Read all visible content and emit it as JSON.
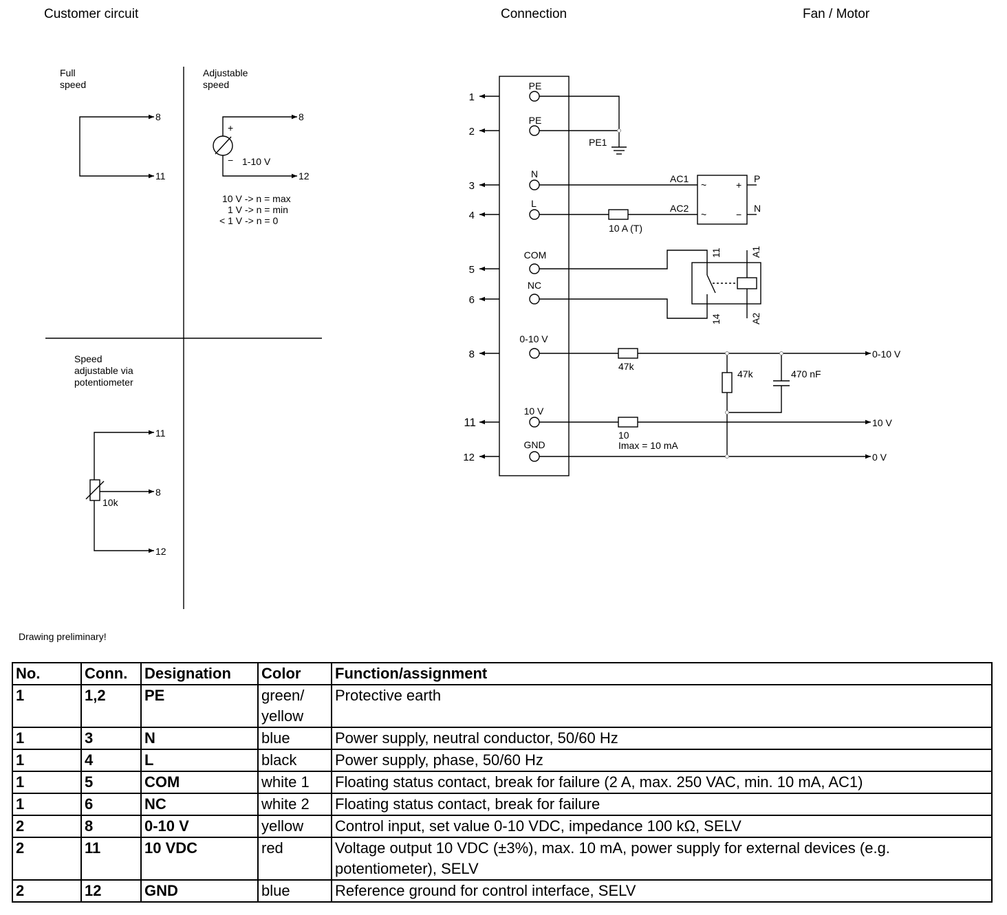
{
  "headers": {
    "customer": "Customer circuit",
    "connection": "Connection",
    "fan": "Fan / Motor"
  },
  "customer_circuit": {
    "full_speed": [
      "Full",
      "speed"
    ],
    "adjustable_speed": [
      "Adjustable",
      "speed"
    ],
    "pot_label": [
      "Speed",
      "adjustable via",
      "potentiometer"
    ],
    "source_label": "1-10 V",
    "plus": "+",
    "minus": "−",
    "notes": [
      "10 V -> n = max",
      "1 V -> n = min",
      "< 1 V -> n = 0"
    ],
    "pot_value": "10k",
    "terminals": {
      "t8": "8",
      "t11": "11",
      "t12": "12"
    }
  },
  "connection": {
    "pins": [
      {
        "no": "1",
        "label": "PE"
      },
      {
        "no": "2",
        "label": "PE"
      },
      {
        "no": "3",
        "label": "N"
      },
      {
        "no": "4",
        "label": "L"
      },
      {
        "no": "5",
        "label": "COM"
      },
      {
        "no": "6",
        "label": "NC"
      },
      {
        "no": "8",
        "label": "0-10 V"
      },
      {
        "no": "11",
        "label": "10 V"
      },
      {
        "no": "12",
        "label": "GND"
      }
    ],
    "pe1": "PE1",
    "fuse": "10 A (T)",
    "ac1": "AC1",
    "ac2": "AC2",
    "rect_tilde": "~",
    "rect_plus": "+",
    "rect_minus": "−",
    "out_p": "P",
    "out_n": "N",
    "relay": {
      "c11": "11",
      "c14": "14",
      "a1": "A1",
      "a2": "A2"
    },
    "r_in": "47k",
    "r_div": "47k",
    "cap": "470 nF",
    "r_out": "10",
    "imax": "Imax = 10 mA",
    "out_labels": [
      "0-10 V",
      "10 V",
      "0 V"
    ]
  },
  "note": "Drawing preliminary!",
  "table": {
    "headers": [
      "No.",
      "Conn.",
      "Designation",
      "Color",
      "Function/assignment"
    ],
    "rows": [
      {
        "no": "1",
        "conn": "1,2",
        "designation": "PE",
        "color": "green/ yellow",
        "function": "Protective earth"
      },
      {
        "no": "1",
        "conn": "3",
        "designation": "N",
        "color": "blue",
        "function": "Power supply, neutral conductor, 50/60 Hz"
      },
      {
        "no": "1",
        "conn": "4",
        "designation": "L",
        "color": "black",
        "function": "Power supply, phase, 50/60 Hz"
      },
      {
        "no": "1",
        "conn": "5",
        "designation": "COM",
        "color": "white 1",
        "function": "Floating status contact, break for failure (2 A, max. 250 VAC, min. 10 mA, AC1)"
      },
      {
        "no": "1",
        "conn": "6",
        "designation": "NC",
        "color": "white 2",
        "function": "Floating status contact, break for failure"
      },
      {
        "no": "2",
        "conn": "8",
        "designation": "0-10 V",
        "color": "yellow",
        "function": "Control input, set value 0-10 VDC, impedance 100 kΩ, SELV"
      },
      {
        "no": "2",
        "conn": "11",
        "designation": "10 VDC",
        "color": "red",
        "function": "Voltage output 10 VDC (±3%), max. 10 mA, power supply for external devices (e.g. potentiometer), SELV"
      },
      {
        "no": "2",
        "conn": "12",
        "designation": "GND",
        "color": "blue",
        "function": "Reference ground for control interface, SELV"
      }
    ]
  }
}
